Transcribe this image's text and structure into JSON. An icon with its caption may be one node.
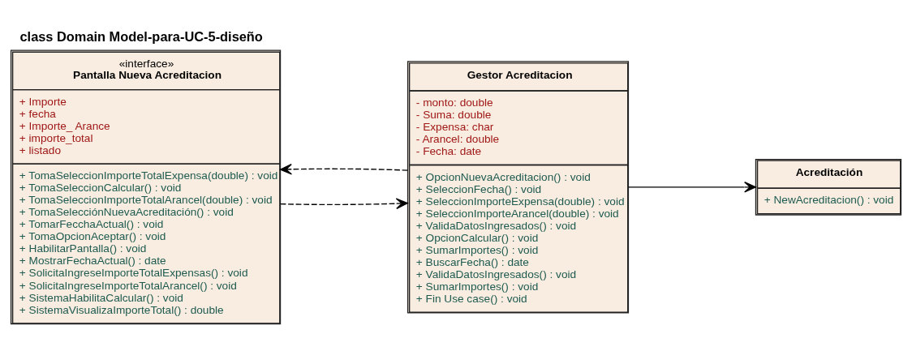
{
  "diagram": {
    "title": "class Domain Model-para-UC-5-diseño",
    "nodes": [
      {
        "text": [
          "«interface»",
          "Pantalla Nueva Acreditacion",
          "+ Importe",
          "+ fecha",
          "+ Importe_ Arance",
          "+ importe_total",
          "+ listado",
          "+ TomaSeleccionImporteTotalExpensa(double) : void",
          "+ TomaSeleccionCalcular() : void",
          "+ TomaSeleccionImporteTotalArancel(double) : void",
          "+ TomaSelecciónNuevaAcreditación() : void",
          "+ TomarFecchaActual() : void",
          "+ TomaOpcionAceptar() : void",
          "+ HabilitarPantalla() : void",
          "+ MostrarFechaActual() : date",
          "+ SolicitaIngreseImporteTotalExpensas() : void",
          "+ SolicitaIngreseImporteTotalArancel() : void",
          "+ SistemaHabilitaCalcular() : void",
          "+ SistemaVisualizaImporteTotal() : double"
        ]
      },
      {
        "text": [
          "Gestor Acreditacion",
          "- monto: double",
          "- Suma: double",
          "- Expensa: char",
          "- Arancel: double",
          "- Fecha: date",
          "+ OpcionNuevaAcreditacion() : void",
          "+ SeleccionFecha() : void",
          "+ SeleccionImporteExpensa(double) : void",
          "+ SeleccionImporteArancel(double) : void",
          "+ ValidaDatosIngresados() : void",
          "+ OpcionCalcular() : void",
          "+ SumarImportes() : void",
          "+ BuscarFecha() : date",
          "+ ValidaDatosIngresados() : void",
          "+ SumarImportes() : void",
          "+ Fin Use case() : void"
        ]
      },
      {
        "text": [
          "Acreditación",
          "+ NewAcreditacion() : void"
        ]
      }
    ],
    "edges": [
      {
        "from": 0,
        "to": 1,
        "arrow": "to",
        "style": "dashed"
      },
      {
        "from": 1,
        "to": 0,
        "arrow": "to",
        "style": "dashed"
      },
      {
        "from": 1,
        "to": 2,
        "arrow": "to"
      }
    ]
  }
}
